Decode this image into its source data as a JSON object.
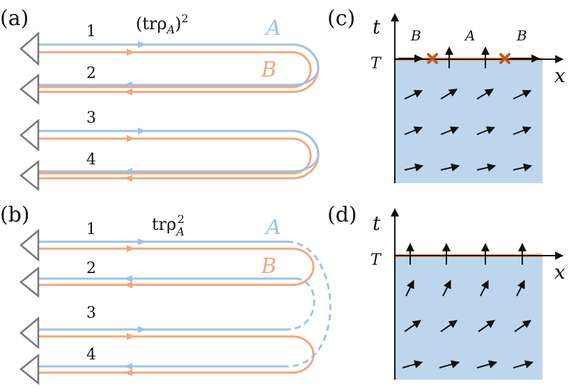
{
  "colors": {
    "blue": "#9fc2e4",
    "orange": "#f2a77b",
    "fill": "#bdd6ee",
    "dark": "#222222",
    "cross": "#c8561e",
    "gray": "#777777"
  },
  "panels": {
    "a": {
      "label": "(a)",
      "formula_base": "(trρ",
      "formula_sub": "A",
      "formula_close": ")",
      "formula_sup": "2",
      "region_a": "A",
      "region_b": "B",
      "replicas": [
        "1",
        "2",
        "3",
        "4"
      ]
    },
    "b": {
      "label": "(b)",
      "formula_base": "trρ",
      "formula_sub": "A",
      "formula_sup": "2",
      "region_a": "A",
      "region_b": "B",
      "replicas": [
        "1",
        "2",
        "3",
        "4"
      ]
    },
    "c": {
      "label": "(c)",
      "t_axis": "t",
      "x_axis": "x",
      "time_mark": "T",
      "segment_left": "B",
      "segment_mid": "A",
      "segment_right": "B"
    },
    "d": {
      "label": "(d)",
      "t_axis": "t",
      "x_axis": "x",
      "time_mark": "T"
    }
  }
}
